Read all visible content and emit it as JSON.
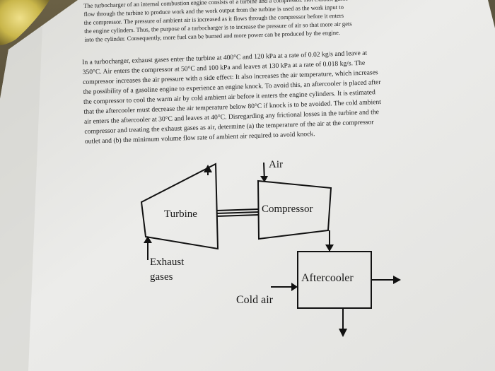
{
  "intro_lines": [
    "The turbocharger of an internal combustion engine consists of a turbine and a compressor. Hot exhaust gases",
    "flow through the turbine to produce work and the work output from the turbine is used as the work input to",
    "the compressor. The pressure of ambient air is increased as it flows through the compressor before it enters",
    "the engine cylinders. Thus, the purpose of a turbocharger is to increase the pressure of air so that more air gets",
    "into the cylinder. Consequently, more fuel can be burned and more power can be produced by the engine."
  ],
  "problem_lines": [
    "In a turbocharger, exhaust gases enter the turbine at 400°C and 120 kPa at a rate of 0.02 kg/s and leave at",
    "350°C. Air enters the compressor at 50°C and 100 kPa and leaves at 130 kPa at a rate of 0.018 kg/s. The",
    "compressor increases the air pressure with a side effect: It also increases the air temperature, which increases",
    "the possibility of a gasoline engine to experience an engine knock. To avoid this, an aftercooler is placed after",
    "the compressor to cool the warm air by cold ambient air before it enters the engine cylinders. It is estimated",
    "that the aftercooler must decrease the air temperature below 80°C if knock is to be avoided. The cold ambient",
    "air enters the aftercooler at 30°C and leaves at 40°C. Disregarding any frictional losses in the turbine and the",
    "compressor and treating the exhaust gases as air, determine (a) the temperature of the air at the compressor",
    "outlet and (b) the minimum volume flow rate of ambient air required to avoid knock."
  ],
  "diagram": {
    "air_label": "Air",
    "turbine_label": "Turbine",
    "compressor_label": "Compressor",
    "exhaust_label_1": "Exhaust",
    "exhaust_label_2": "gases",
    "aftercooler_label": "Aftercooler",
    "cold_air_label": "Cold air"
  }
}
